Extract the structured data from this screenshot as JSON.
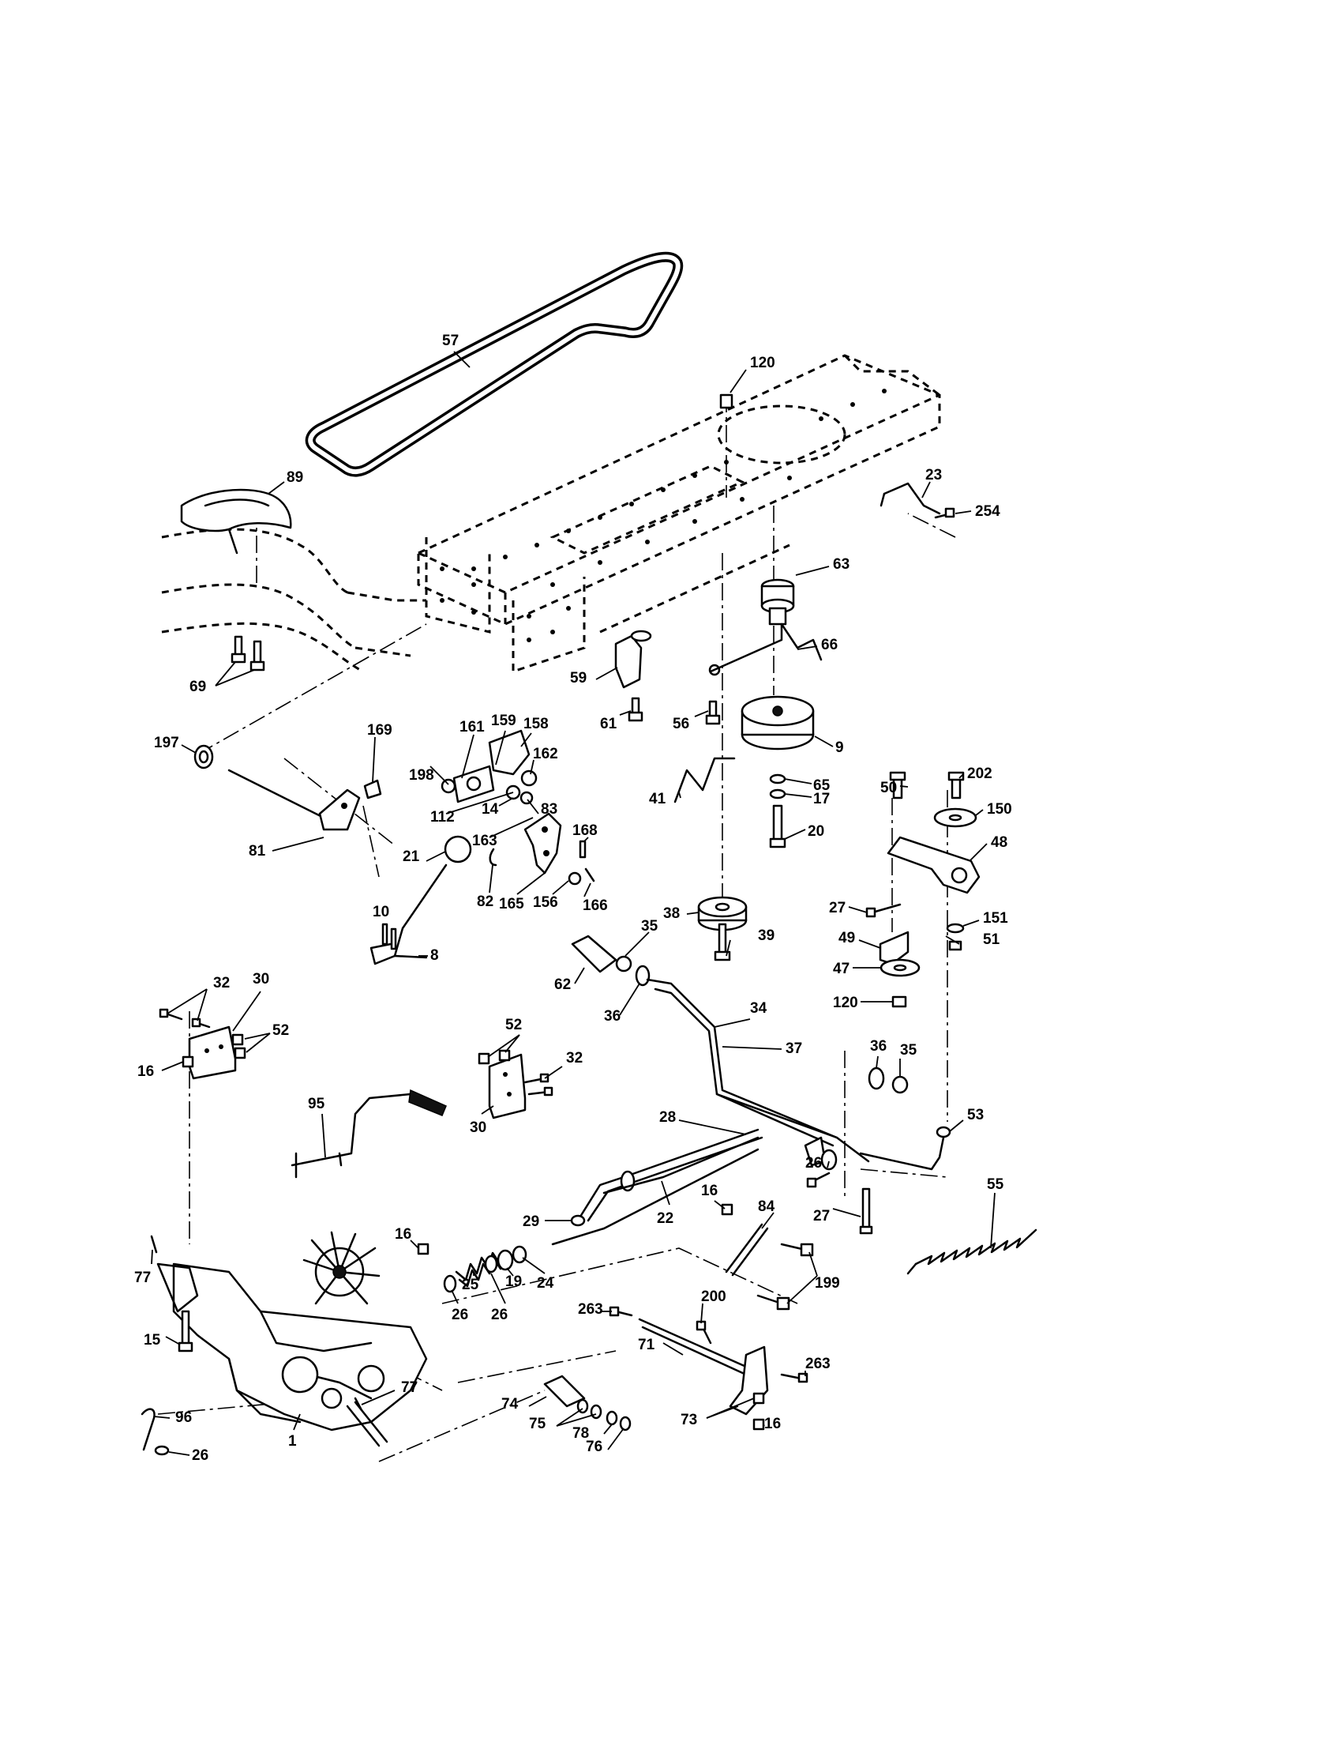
{
  "callouts": [
    {
      "id": "c57",
      "text": "57"
    },
    {
      "id": "c120a",
      "text": "120"
    },
    {
      "id": "c89",
      "text": "89"
    },
    {
      "id": "c23",
      "text": "23"
    },
    {
      "id": "c254",
      "text": "254"
    },
    {
      "id": "c63",
      "text": "63"
    },
    {
      "id": "c66",
      "text": "66"
    },
    {
      "id": "c69",
      "text": "69"
    },
    {
      "id": "c59",
      "text": "59"
    },
    {
      "id": "c61",
      "text": "61"
    },
    {
      "id": "c56",
      "text": "56"
    },
    {
      "id": "c9",
      "text": "9"
    },
    {
      "id": "c197",
      "text": "197"
    },
    {
      "id": "c161",
      "text": "161"
    },
    {
      "id": "c159",
      "text": "159"
    },
    {
      "id": "c158",
      "text": "158"
    },
    {
      "id": "c169",
      "text": "169"
    },
    {
      "id": "c162",
      "text": "162"
    },
    {
      "id": "c198",
      "text": "198"
    },
    {
      "id": "c41",
      "text": "41"
    },
    {
      "id": "c65",
      "text": "65"
    },
    {
      "id": "c17",
      "text": "17"
    },
    {
      "id": "c50",
      "text": "50"
    },
    {
      "id": "c202",
      "text": "202"
    },
    {
      "id": "c150",
      "text": "150"
    },
    {
      "id": "c81",
      "text": "81"
    },
    {
      "id": "c112",
      "text": "112"
    },
    {
      "id": "c14",
      "text": "14"
    },
    {
      "id": "c83",
      "text": "83"
    },
    {
      "id": "c163",
      "text": "163"
    },
    {
      "id": "c168",
      "text": "168"
    },
    {
      "id": "c20",
      "text": "20"
    },
    {
      "id": "c48",
      "text": "48"
    },
    {
      "id": "c21",
      "text": "21"
    },
    {
      "id": "c38",
      "text": "38"
    },
    {
      "id": "c82",
      "text": "82"
    },
    {
      "id": "c165",
      "text": "165"
    },
    {
      "id": "c156",
      "text": "156"
    },
    {
      "id": "c166",
      "text": "166"
    },
    {
      "id": "c27a",
      "text": "27"
    },
    {
      "id": "c151",
      "text": "151"
    },
    {
      "id": "c10",
      "text": "10"
    },
    {
      "id": "c35a",
      "text": "35"
    },
    {
      "id": "c39",
      "text": "39"
    },
    {
      "id": "c49",
      "text": "49"
    },
    {
      "id": "c51",
      "text": "51"
    },
    {
      "id": "c8",
      "text": "8"
    },
    {
      "id": "c47",
      "text": "47"
    },
    {
      "id": "c62",
      "text": "62"
    },
    {
      "id": "c36a",
      "text": "36"
    },
    {
      "id": "c120b",
      "text": "120"
    },
    {
      "id": "c34",
      "text": "34"
    },
    {
      "id": "c32a",
      "text": "32"
    },
    {
      "id": "c30a",
      "text": "30"
    },
    {
      "id": "c52a",
      "text": "52"
    },
    {
      "id": "c16a",
      "text": "16"
    },
    {
      "id": "c52b",
      "text": "52"
    },
    {
      "id": "c37",
      "text": "37"
    },
    {
      "id": "c32b",
      "text": "32"
    },
    {
      "id": "c36b",
      "text": "36"
    },
    {
      "id": "c35b",
      "text": "35"
    },
    {
      "id": "c95",
      "text": "95"
    },
    {
      "id": "c30b",
      "text": "30"
    },
    {
      "id": "c53",
      "text": "53"
    },
    {
      "id": "c28",
      "text": "28"
    },
    {
      "id": "c26a",
      "text": "26"
    },
    {
      "id": "c55",
      "text": "55"
    },
    {
      "id": "c16b",
      "text": "16"
    },
    {
      "id": "c84",
      "text": "84"
    },
    {
      "id": "c27b",
      "text": "27"
    },
    {
      "id": "c29",
      "text": "29"
    },
    {
      "id": "c22",
      "text": "22"
    },
    {
      "id": "c16c",
      "text": "16"
    },
    {
      "id": "c19",
      "text": "19"
    },
    {
      "id": "c24",
      "text": "24"
    },
    {
      "id": "c25",
      "text": "25"
    },
    {
      "id": "c199",
      "text": "199"
    },
    {
      "id": "c77a",
      "text": "77"
    },
    {
      "id": "c200",
      "text": "200"
    },
    {
      "id": "c263a",
      "text": "263"
    },
    {
      "id": "c26b",
      "text": "26"
    },
    {
      "id": "c26c",
      "text": "26"
    },
    {
      "id": "c15",
      "text": "15"
    },
    {
      "id": "c71",
      "text": "71"
    },
    {
      "id": "c263b",
      "text": "263"
    },
    {
      "id": "c77b",
      "text": "77"
    },
    {
      "id": "c74",
      "text": "74"
    },
    {
      "id": "c75",
      "text": "75"
    },
    {
      "id": "c96",
      "text": "96"
    },
    {
      "id": "c1",
      "text": "1"
    },
    {
      "id": "c78",
      "text": "78"
    },
    {
      "id": "c73",
      "text": "73"
    },
    {
      "id": "c16d",
      "text": "16"
    },
    {
      "id": "c76",
      "text": "76"
    },
    {
      "id": "c26d",
      "text": "26"
    }
  ]
}
